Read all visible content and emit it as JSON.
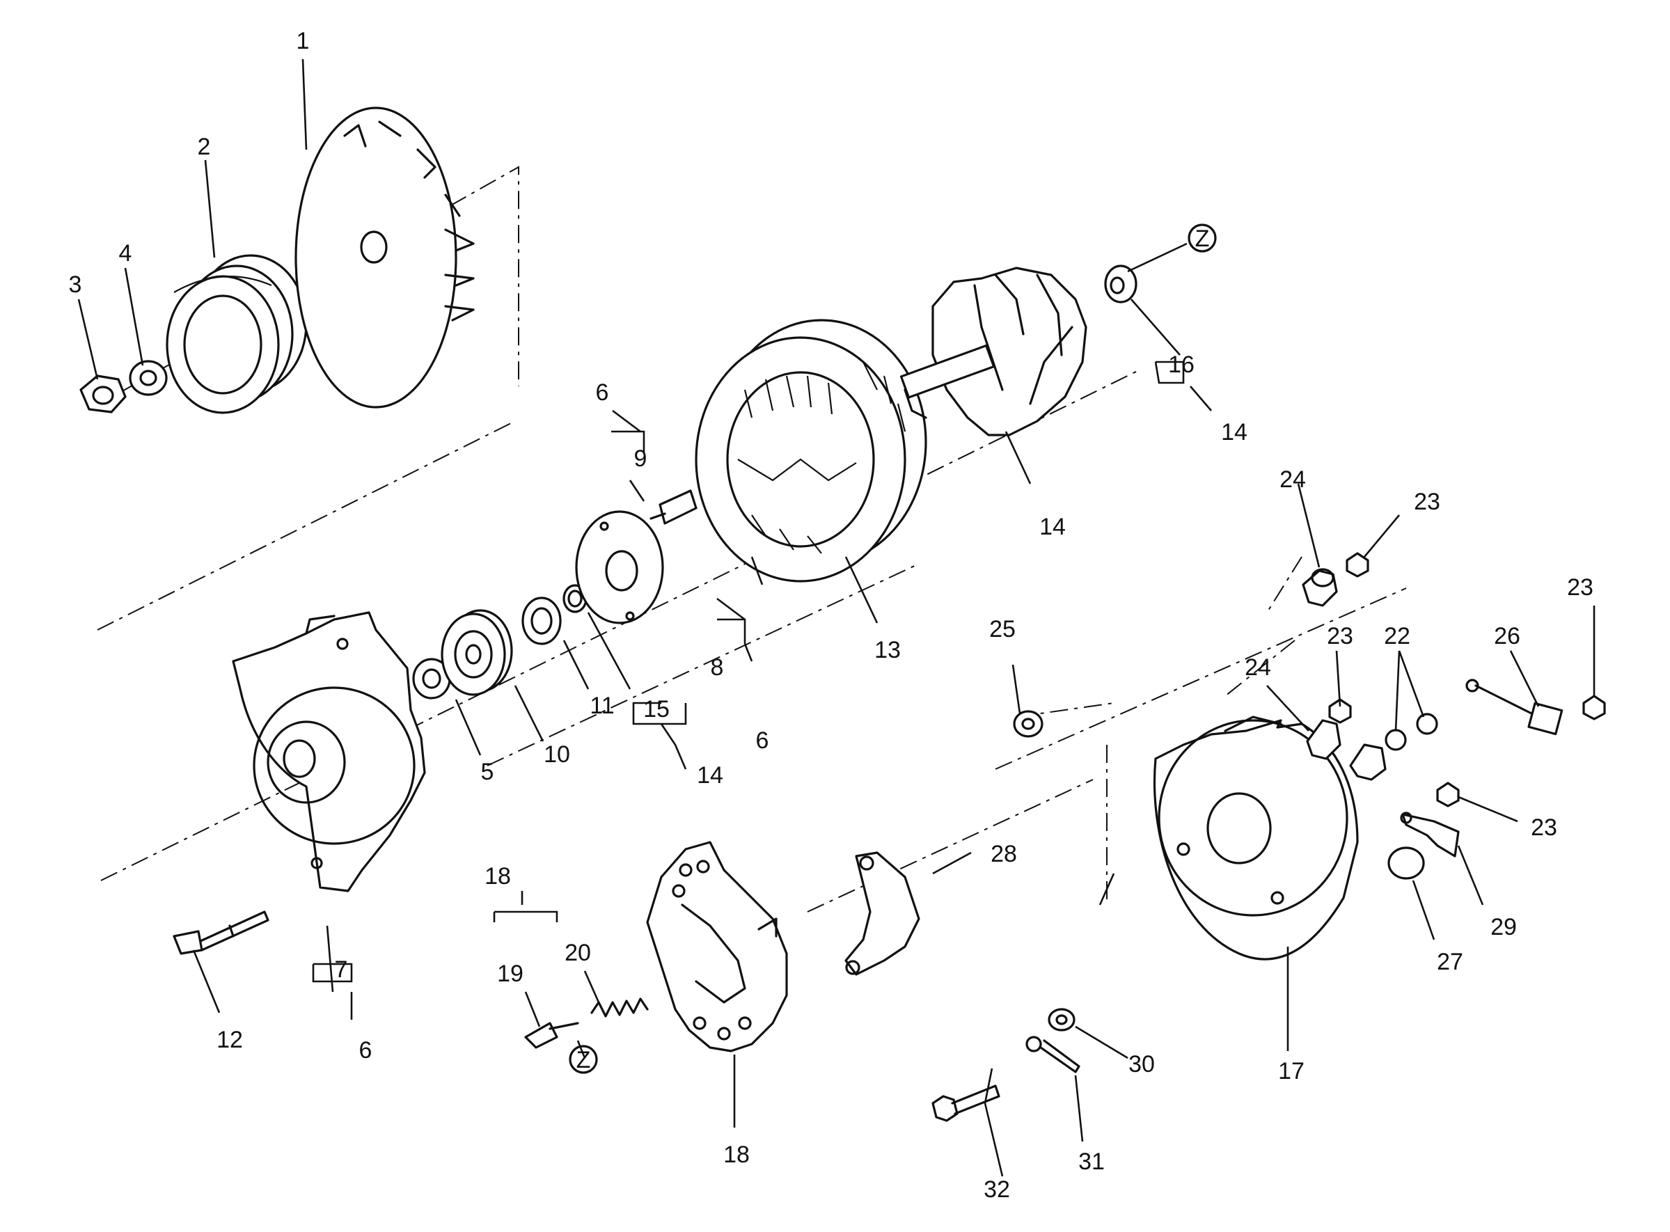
{
  "callouts": [
    {
      "id": "c1",
      "text": "1"
    },
    {
      "id": "c2",
      "text": "2"
    },
    {
      "id": "c3",
      "text": "3"
    },
    {
      "id": "c4",
      "text": "4"
    },
    {
      "id": "c5",
      "text": "5"
    },
    {
      "id": "c6a",
      "text": "6"
    },
    {
      "id": "c6b",
      "text": "6"
    },
    {
      "id": "c6c",
      "text": "6"
    },
    {
      "id": "c7",
      "text": "7"
    },
    {
      "id": "c8",
      "text": "8"
    },
    {
      "id": "c9",
      "text": "9"
    },
    {
      "id": "c10",
      "text": "10"
    },
    {
      "id": "c11",
      "text": "11"
    },
    {
      "id": "c12",
      "text": "12"
    },
    {
      "id": "c13",
      "text": "13"
    },
    {
      "id": "c14a",
      "text": "14"
    },
    {
      "id": "c14b",
      "text": "14"
    },
    {
      "id": "c14c",
      "text": "14"
    },
    {
      "id": "c15",
      "text": "15"
    },
    {
      "id": "c16",
      "text": "16"
    },
    {
      "id": "c17",
      "text": "17"
    },
    {
      "id": "c18a",
      "text": "18"
    },
    {
      "id": "c18b",
      "text": "18"
    },
    {
      "id": "c19",
      "text": "19"
    },
    {
      "id": "c20",
      "text": "20"
    },
    {
      "id": "c22",
      "text": "22"
    },
    {
      "id": "c23a",
      "text": "23"
    },
    {
      "id": "c23b",
      "text": "23"
    },
    {
      "id": "c23c",
      "text": "23"
    },
    {
      "id": "c23d",
      "text": "23"
    },
    {
      "id": "c24a",
      "text": "24"
    },
    {
      "id": "c24b",
      "text": "24"
    },
    {
      "id": "c25",
      "text": "25"
    },
    {
      "id": "c26",
      "text": "26"
    },
    {
      "id": "c27",
      "text": "27"
    },
    {
      "id": "c28",
      "text": "28"
    },
    {
      "id": "c29",
      "text": "29"
    },
    {
      "id": "c30",
      "text": "30"
    },
    {
      "id": "c31",
      "text": "31"
    },
    {
      "id": "c32",
      "text": "32"
    },
    {
      "id": "z1",
      "text": "Z"
    },
    {
      "id": "z2",
      "text": "Z"
    }
  ]
}
